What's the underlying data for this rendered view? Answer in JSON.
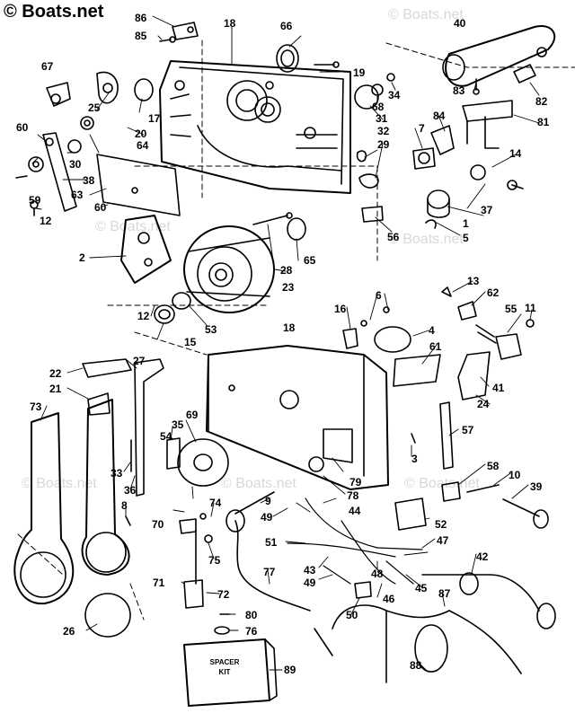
{
  "watermark": {
    "main": "© Boats.net",
    "faint": [
      "© Boats.net",
      "© Boats.net",
      "© Boats.net",
      "© Boats.net",
      "© Boats.net",
      "© Boats.net"
    ]
  },
  "spacer_kit": {
    "line1": "SPACER",
    "line2": "KIT"
  },
  "callouts": [
    "86",
    "85",
    "18",
    "66",
    "40",
    "67",
    "19",
    "34",
    "25",
    "17",
    "68",
    "31",
    "83",
    "82",
    "60",
    "20",
    "30",
    "64",
    "84",
    "81",
    "7",
    "32",
    "29",
    "14",
    "59",
    "38",
    "63",
    "60",
    "37",
    "12",
    "1",
    "56",
    "5",
    "2",
    "28",
    "65",
    "13",
    "62",
    "12",
    "23",
    "6",
    "11",
    "16",
    "55",
    "15",
    "53",
    "4",
    "18",
    "61",
    "22",
    "27",
    "21",
    "41",
    "24",
    "73",
    "69",
    "35",
    "57",
    "54",
    "3",
    "33",
    "36",
    "79",
    "58",
    "10",
    "39",
    "78",
    "44",
    "9",
    "74",
    "52",
    "8",
    "49",
    "70",
    "47",
    "51",
    "42",
    "75",
    "43",
    "48",
    "45",
    "49",
    "46",
    "77",
    "71",
    "72",
    "87",
    "50",
    "80",
    "76",
    "88",
    "26",
    "89"
  ]
}
